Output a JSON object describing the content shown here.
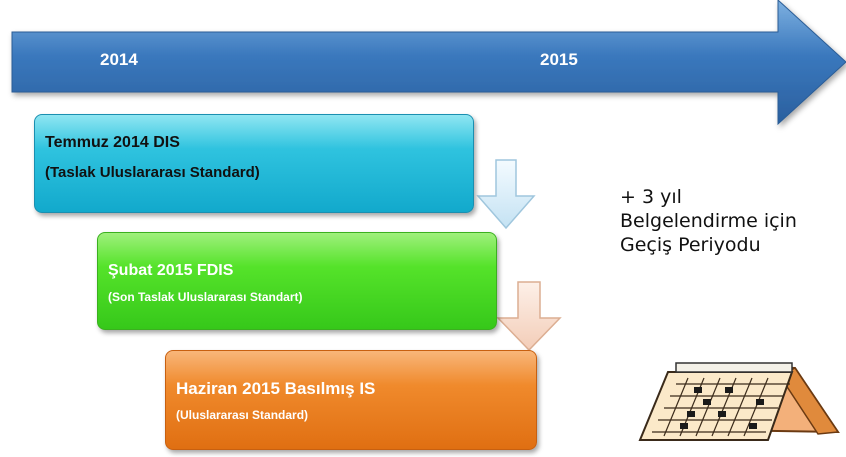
{
  "timeline": {
    "years": [
      "2014",
      "2015"
    ]
  },
  "stages": [
    {
      "title": "Temmuz 2014 DIS",
      "subtitle": "(Taslak Uluslararası Standard)"
    },
    {
      "title": "Şubat 2015 FDIS",
      "subtitle": "(Son Taslak Uluslararası Standart)"
    },
    {
      "title": "Haziran 2015 Basılmış IS",
      "subtitle": "(Uluslararası Standard)"
    }
  ],
  "note": {
    "lines": [
      "+ 3 yıl",
      "Belgelendirme için",
      "Geçiş Periyodu"
    ]
  },
  "icons": [
    "timeline-arrow-icon",
    "down-arrow-icon",
    "calendar-icon"
  ],
  "colors": {
    "timeline": "#3f7fc1",
    "stage_1": "#2fc3df",
    "stage_2": "#55e32a",
    "stage_3": "#f08a2c",
    "arrow_1": "#d6ecf7",
    "arrow_2": "#f8dccd"
  }
}
